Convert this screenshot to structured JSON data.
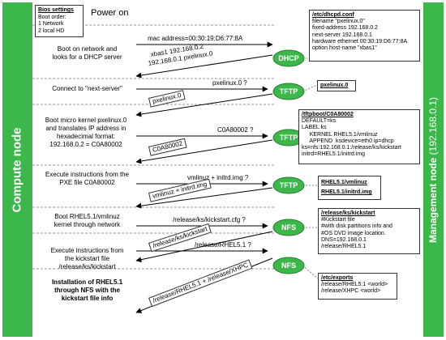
{
  "left_bar": {
    "label": "Compute node"
  },
  "right_bar": {
    "label": "Management node",
    "ip": "(192.168.0.1)"
  },
  "bios": {
    "title": "Bios settings",
    "subtitle": "Boot order:",
    "items": [
      "1 Network",
      "2 local HD"
    ]
  },
  "power_on": "Power on",
  "steps": {
    "boot_net": [
      "Boot on network and",
      "looks for a DHCP server"
    ],
    "connect": "Connect to \"next-server\"",
    "micro": [
      "Boot micro kernel pxelinux.0",
      "and translates IP address in",
      "hexadecimal format:",
      "192.168.0.2 = C0A80002"
    ],
    "exec_pxe": [
      "Execute instructions from the",
      "PXE file C0A80002"
    ],
    "boot_rhel": [
      "Boot RHEL5.1/vmlinuz",
      "kernel through network"
    ],
    "exec_ks": [
      "Execute instructions  from",
      "the kickstart file",
      "/release/ks/kickstart"
    ],
    "install": [
      "Installation of RHEL5.1",
      "through NFS with the",
      "kickstart file info"
    ]
  },
  "requests": {
    "mac": "mac address=00:30:19:D6:77:8A",
    "pxelinux_q": "pxelinux.0 ?",
    "c0a_q": "C0A80002 ?",
    "vmlinuz_q": "vmlinuz + initrd.img ?",
    "ks_q": "/release/ks/kickstart.cfg ?",
    "rhel_q": "/release/RHEL5.1 ?"
  },
  "replies": {
    "xbas": "xbas1 192.168.0.2",
    "ips": "192.168.0.1 pxelinux.0",
    "pxelinux": "pxelinux.0",
    "c0a": "C0A80002",
    "vmlinuz": "vmlinuz + initrd.img",
    "ks": "/release/ks/kickstart",
    "rhel": "/release/RHEL5.1 + /release/XHPC"
  },
  "services": [
    "DHCP",
    "TFTP",
    "TFTP",
    "TFTP",
    "NFS",
    "NFS"
  ],
  "boxes": {
    "dhcpd": {
      "title": "/etc/dhcpd.conf",
      "lines": [
        "filename \"pxelinux.0\"",
        "fixed-address 192.168.0.2",
        "next-server 192.168.0.1",
        "hardware ethernet 00:30:19:D6:77:8A",
        "option host-name \"xbas1\""
      ]
    },
    "pxelinux": {
      "title": "pxelinux.0"
    },
    "tftpboot": {
      "title": "/tftpboot/C0A80002",
      "lines": [
        "DEFAULT=ks",
        "LABEL ks",
        "     KERNEL RHEL5.1/vmlinuz",
        "     APPEND  ksdevice=eth0 ip=dhcp",
        "ks=nfs:192.168.0.1:/release/ks/kickstart",
        "initrd=RHEL5.1/initrd.img"
      ]
    },
    "rhel": {
      "title1": "RHEL5.1/vmlinuz",
      "title2": "RHEL5.1/initrd.img"
    },
    "kickstart": {
      "title": "/release/ks/kickstart",
      "lines": [
        "#Kickstart file",
        "#with disk partitions info and",
        "#OS DVD image location.",
        "DNS=192.168.0.1",
        "/release/RHEL5.1"
      ]
    },
    "exports": {
      "title": "/etc/exports",
      "lines": [
        "/release/RHEL5.1 <world>",
        "/release/XHPC <world>"
      ]
    }
  },
  "colors": {
    "bar": "#3cb84a",
    "ellipse": "#3cb84a",
    "text_on_green": "#ffffff"
  }
}
